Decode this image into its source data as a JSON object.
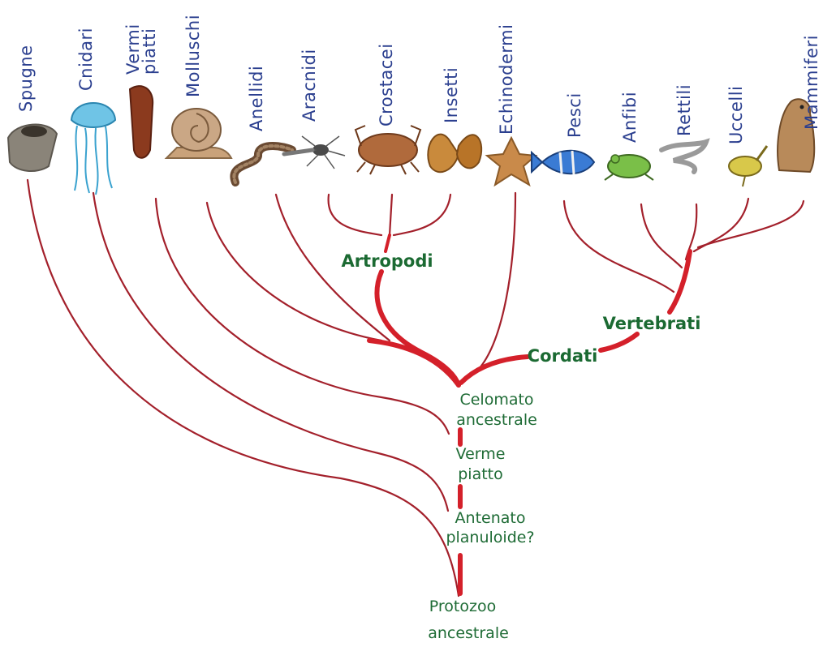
{
  "taxa": {
    "spugne": "Spugne",
    "cnidari": "Cnidari",
    "vermi_piatti": "Vermi\npiatti",
    "molluschi": "Molluschi",
    "anellidi": "Anellidi",
    "aracnidi": "Aracnidi",
    "crostacei": "Crostacei",
    "insetti": "Insetti",
    "echinodermi": "Echinodermi",
    "pesci": "Pesci",
    "anfibi": "Anfibi",
    "rettili": "Rettili",
    "uccelli": "Uccelli",
    "mammiferi": "Mammiferi"
  },
  "nodes": {
    "artropodi": "Artropodi",
    "vertebrati": "Vertebrati",
    "cordati": "Cordati",
    "celomato_1": "Celomato",
    "celomato_2": "ancestrale",
    "verme_1": "Verme",
    "verme_2": "piatto",
    "antenato_1": "Antenato",
    "antenato_2": "planuloide?",
    "protozoo_1": "Protozoo",
    "protozoo_2": "ancestrale"
  },
  "colors": {
    "branch": "#a3202b",
    "main_branch": "#d4202a",
    "taxon_label": "#2b3f8f",
    "node_label": "#1e6b35"
  }
}
